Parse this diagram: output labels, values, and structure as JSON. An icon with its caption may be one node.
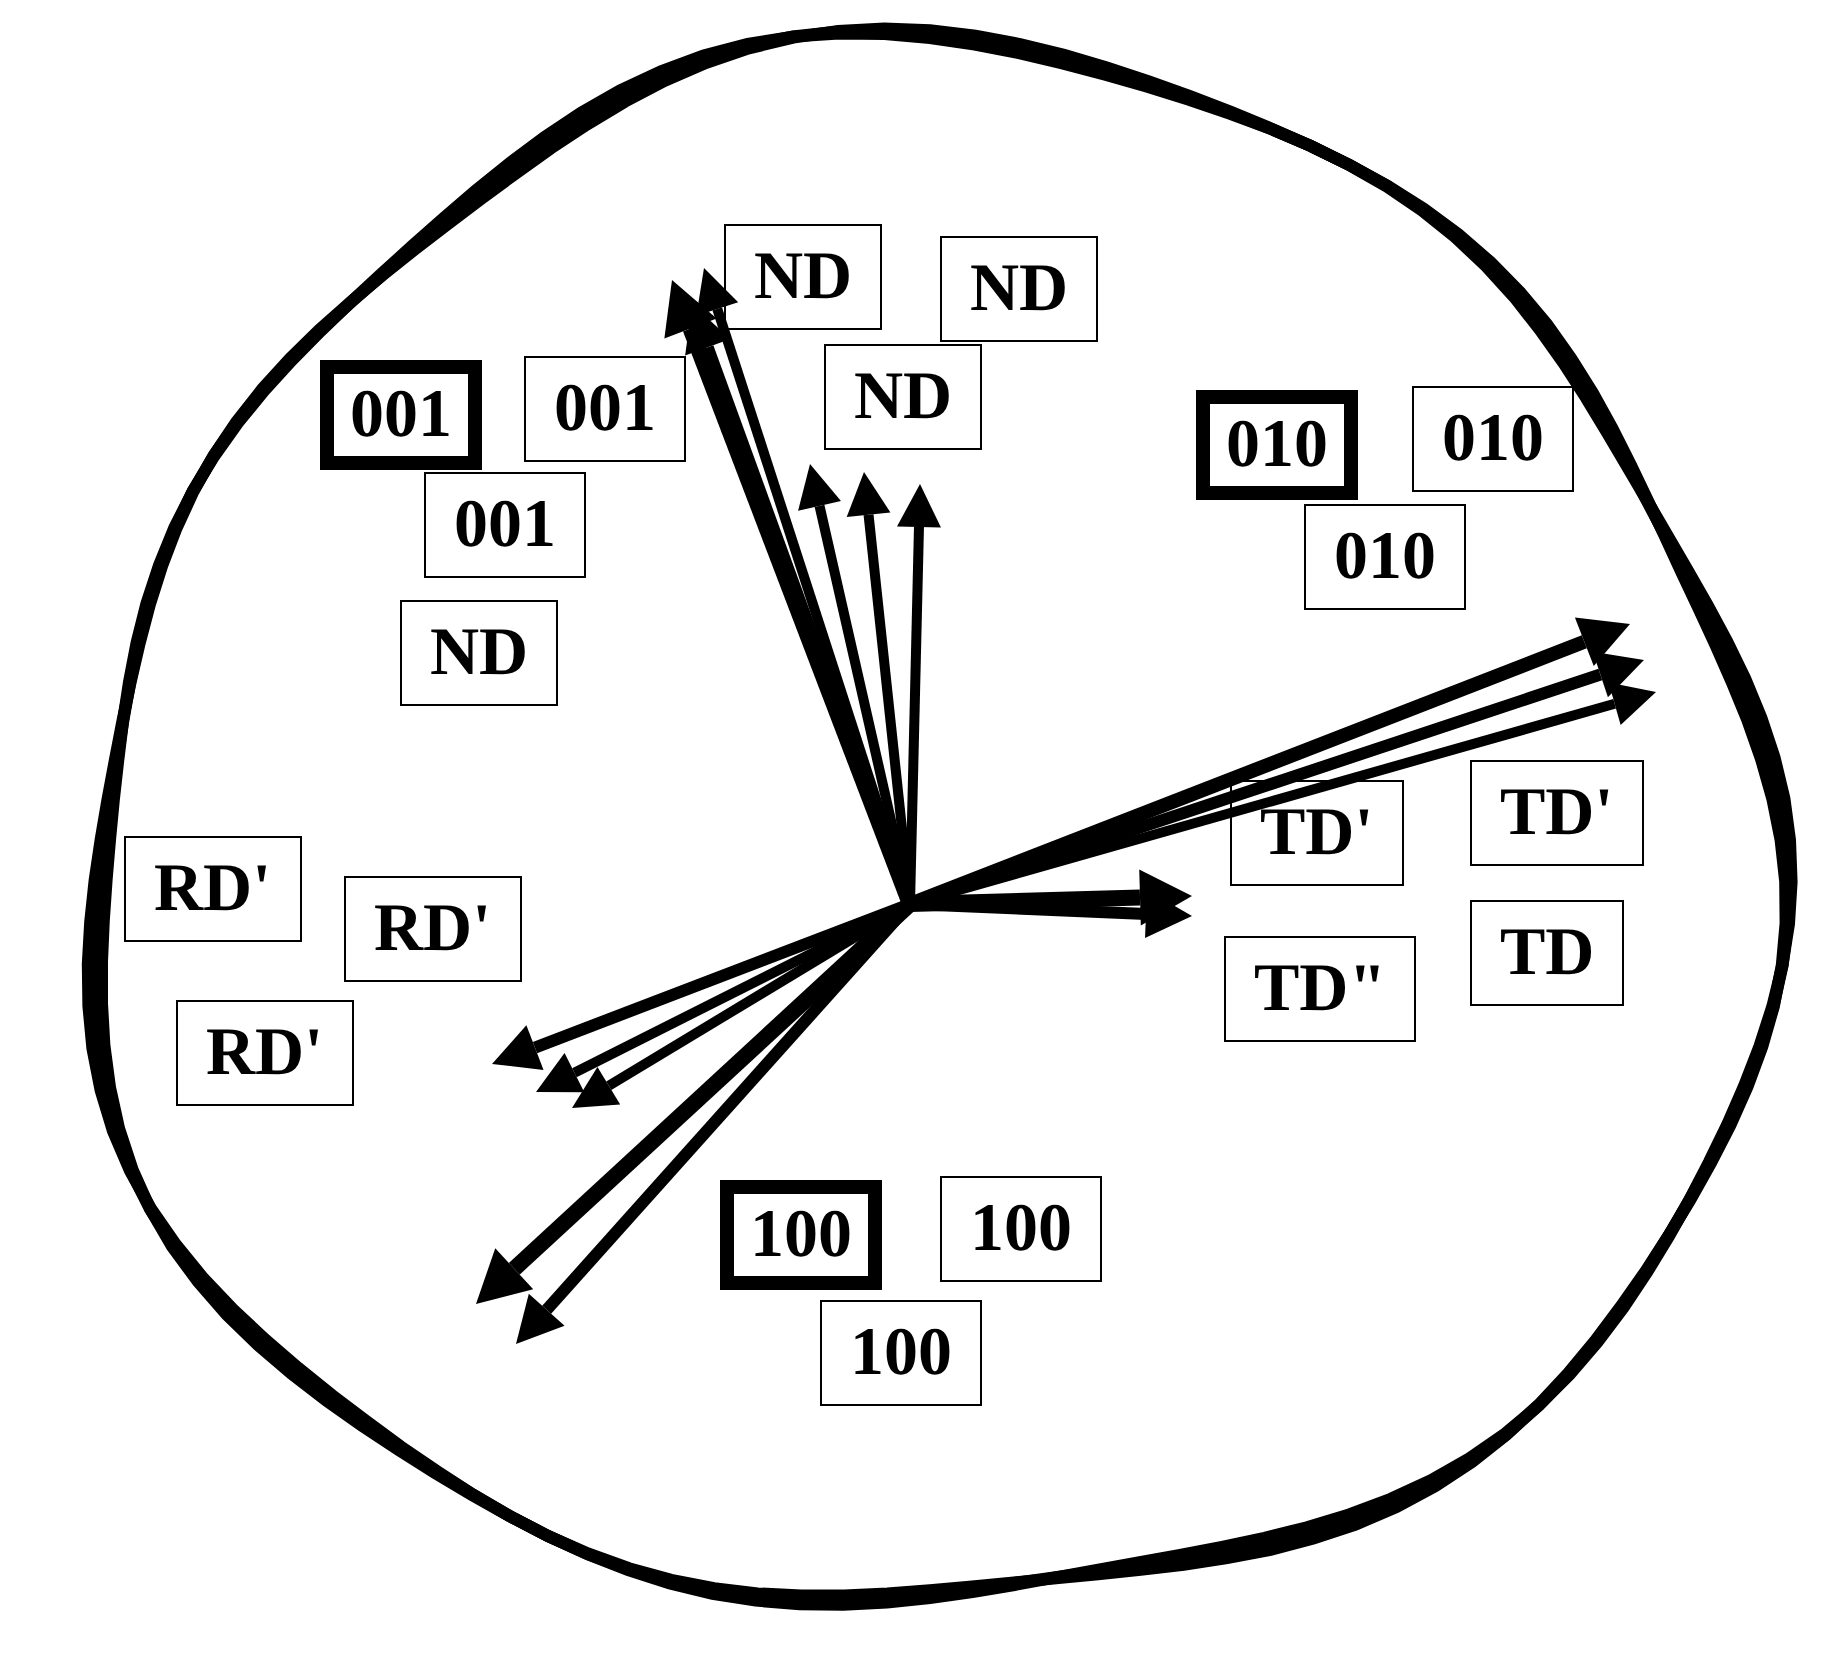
{
  "diagram": {
    "nodes": [
      {
        "text": [
          "001"
        ]
      },
      {
        "text": [
          "001"
        ]
      },
      {
        "text": [
          "001"
        ]
      },
      {
        "text": [
          "ND"
        ]
      },
      {
        "text": [
          "ND"
        ]
      },
      {
        "text": [
          "ND"
        ]
      },
      {
        "text": [
          "010"
        ]
      },
      {
        "text": [
          "010"
        ]
      },
      {
        "text": [
          "010"
        ]
      },
      {
        "text": [
          "ND"
        ]
      },
      {
        "text": [
          "TD'"
        ]
      },
      {
        "text": [
          "TD'"
        ]
      },
      {
        "text": [
          "TD"
        ]
      },
      {
        "text": [
          "TD\""
        ]
      },
      {
        "text": [
          "RD'"
        ]
      },
      {
        "text": [
          "RD'"
        ]
      },
      {
        "text": [
          "RD'"
        ]
      },
      {
        "text": [
          "100"
        ]
      },
      {
        "text": [
          "100"
        ]
      },
      {
        "text": [
          "100"
        ]
      }
    ]
  }
}
